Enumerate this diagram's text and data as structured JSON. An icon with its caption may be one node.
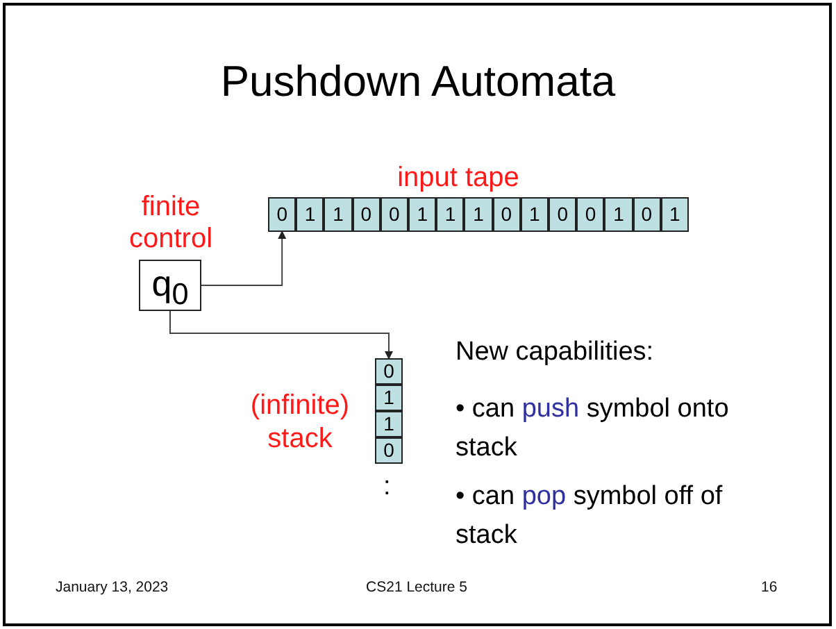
{
  "diagram": {
    "title": "Pushdown Automata",
    "nodes": [
      {
        "text": [
          "q$_{0}$"
        ]
      },
      {
        "text": [
          "0"
        ]
      },
      {
        "text": [
          "1"
        ]
      },
      {
        "text": [
          "1"
        ]
      },
      {
        "text": [
          "0"
        ]
      },
      {
        "text": [
          "0"
        ]
      },
      {
        "text": [
          "1"
        ]
      },
      {
        "text": [
          "1"
        ]
      },
      {
        "text": [
          "1"
        ]
      },
      {
        "text": [
          "0"
        ]
      },
      {
        "text": [
          "1"
        ]
      },
      {
        "text": [
          "0"
        ]
      },
      {
        "text": [
          "0"
        ]
      },
      {
        "text": [
          "1"
        ]
      },
      {
        "text": [
          "0"
        ]
      },
      {
        "text": [
          "1"
        ]
      },
      {
        "text": [
          "0"
        ]
      },
      {
        "text": [
          "1"
        ]
      },
      {
        "text": [
          "1"
        ]
      },
      {
        "text": [
          "0"
        ]
      }
    ],
    "edges": [
      {
        "from": 0,
        "to": 1,
        "arrow": "to"
      },
      {
        "from": 0,
        "to": 16,
        "arrow": "to"
      }
    ],
    "labels": [
      "finite control",
      "input tape",
      "(infinite) stack",
      ":",
      "New capabilities:",
      "• can *push* symbol onto stack",
      "• can *pop* symbol off of stack",
      "January 13, 2023",
      "CS21 Lecture 5",
      "16"
    ]
  }
}
